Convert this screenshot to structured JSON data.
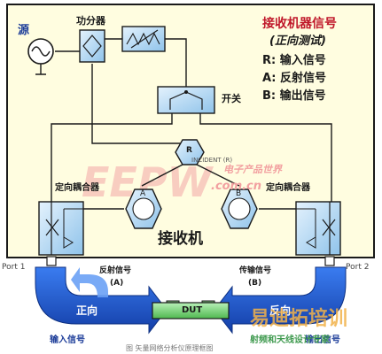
{
  "diagram": {
    "title": "接收机器信号",
    "subtitle": "(正向测试)",
    "legend": [
      "R: 输入信号",
      "A: 反射信号",
      "B: 输出信号"
    ],
    "labels": {
      "source": "源",
      "power_divider": "功分器",
      "switch": "开关",
      "coupler_left": "定向耦合器",
      "coupler_right": "定向耦合器",
      "receiver_a": "A",
      "receiver_b": "B",
      "receiver_r": "R",
      "receiver": "接收机",
      "port1": "Port 1",
      "port2": "Port 2",
      "reflected_signal": "反射信号",
      "reflected_tag": "(A)",
      "transmitted_signal": "传输信号",
      "transmitted_tag": "(B)",
      "forward": "正向",
      "reverse": "反向",
      "dut": "DUT",
      "input_signal": "输入信号",
      "output_signal": "输出信号",
      "incident_r": "INCIDENT (R)"
    },
    "watermarks": {
      "eepw": "EEPW",
      "eepw_domain": ".com.cn",
      "cn_site": "电子产品世界",
      "training": "易迪拓培训",
      "training_sub": "射频和天线设计专家"
    },
    "caption": "图 矢量网络分析仪原理框图",
    "colors": {
      "panel": "#fffde0",
      "arrow": "#1f5bd8",
      "title": "#c0182a",
      "component": "#b9dbf5",
      "dut": "#88dc88"
    }
  }
}
